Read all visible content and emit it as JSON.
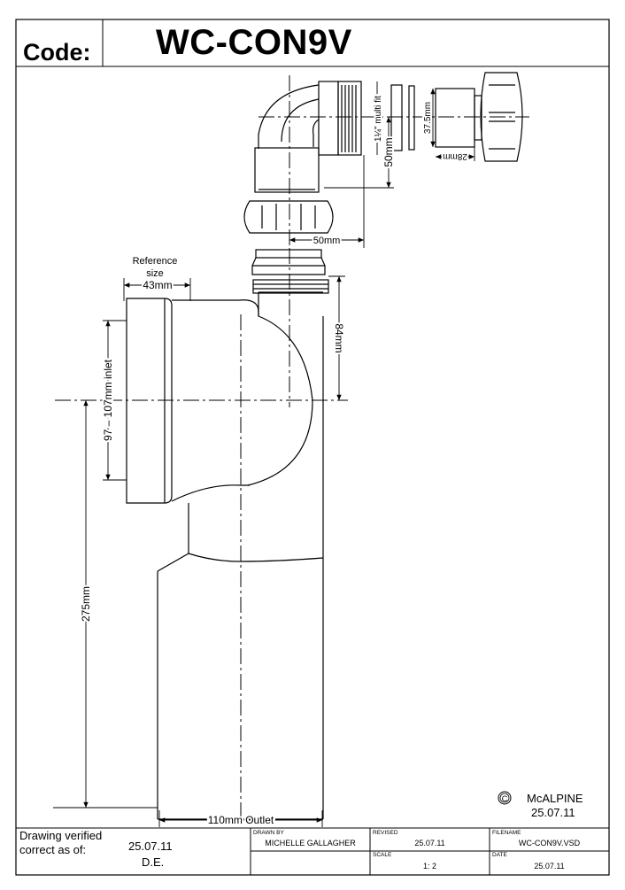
{
  "header": {
    "code_label": "Code:",
    "code_value": "WC-CON9V"
  },
  "drawing": {
    "reference_size": [
      "Reference",
      "size"
    ],
    "dimensions": {
      "ref_width": "43mm",
      "inlet": "97 – 107mm inlet",
      "height_total": "275mm",
      "outlet": "110mm Outlet",
      "spigot_height": "84mm",
      "elbow_width": "50mm",
      "elbow_height": "50mm",
      "multi_fit": "1¼\" multi fit",
      "adaptor_dia": "37.5mm",
      "adaptor_len": "28mm"
    }
  },
  "copyright": {
    "symbol": "C",
    "company": "McALPINE",
    "date": "25.07.11"
  },
  "title_block": {
    "verified_label": "Drawing verified correct as of:",
    "verified_date": "25.07.11",
    "verified_initials": "D.E.",
    "drawn_by_label": "DRAWN BY",
    "drawn_by": "MICHELLE GALLAGHER",
    "revised_label": "REVISED",
    "revised": "25.07.11",
    "scale_label": "SCALE",
    "scale": "1: 2",
    "filename_label": "FILENAME",
    "filename": "WC-CON9V.VSD",
    "date_label": "DATE",
    "date": "25.07.11"
  }
}
